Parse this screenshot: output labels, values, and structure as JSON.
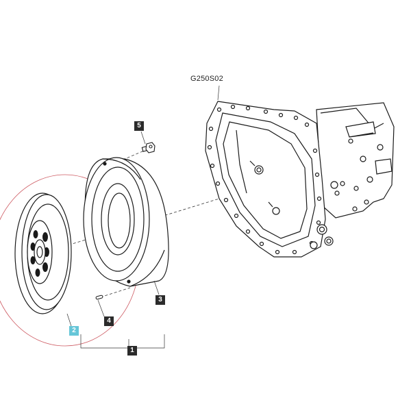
{
  "diagram": {
    "code": "G250S02",
    "callouts": [
      {
        "id": "c1",
        "label": "1",
        "highlighted": false
      },
      {
        "id": "c2",
        "label": "2",
        "highlighted": true
      },
      {
        "id": "c3",
        "label": "3",
        "highlighted": false
      },
      {
        "id": "c4",
        "label": "4",
        "highlighted": false
      },
      {
        "id": "c5",
        "label": "5",
        "highlighted": false
      }
    ],
    "colors": {
      "line": "#1a1a1a",
      "callout_bg": "#2b2b2b",
      "highlight_bg": "#66c6d8",
      "highlight_ring": "#c0303a"
    }
  }
}
